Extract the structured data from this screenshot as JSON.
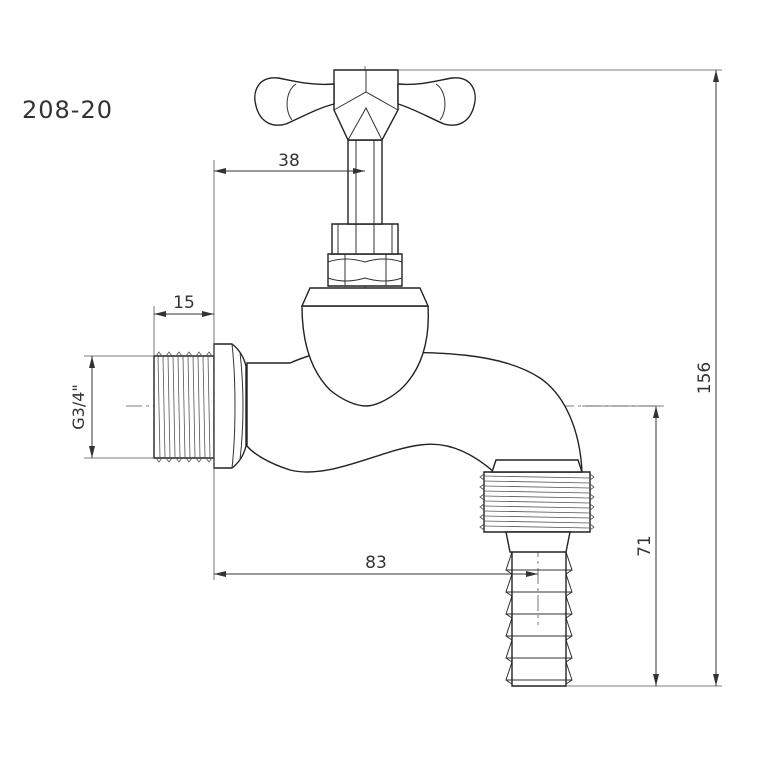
{
  "model_code": "208-20",
  "dimensions": {
    "handle_offset": "38",
    "thread_length": "15",
    "thread_size": "G3/4\"",
    "spout_length": "83",
    "outlet_height": "71",
    "total_height": "156"
  }
}
